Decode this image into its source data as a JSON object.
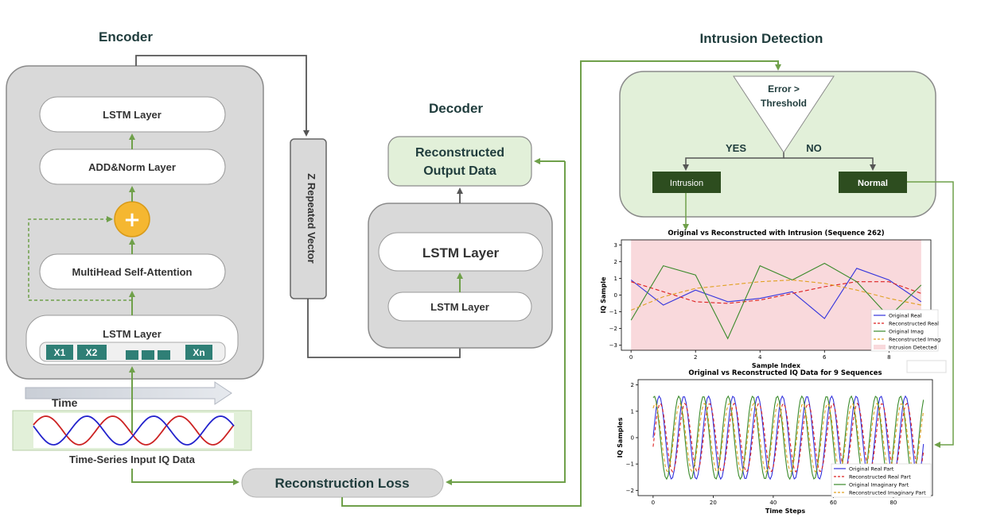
{
  "encoder": {
    "title": "Encoder",
    "lstm_top": "LSTM Layer",
    "add_norm": "ADD&Norm Layer",
    "plus": "+",
    "mhsa": "MultiHead Self-Attention",
    "lstm_bottom": "LSTM Layer",
    "tokens": [
      "X1",
      "X2",
      "Xn"
    ],
    "time_label": "Time",
    "input_caption": "Time-Series  Input IQ Data"
  },
  "repeat_vector": "Z Repeated Vector",
  "decoder": {
    "title": "Decoder",
    "output_line1": "Reconstructed",
    "output_line2": "Output Data",
    "lstm_large": "LSTM Layer",
    "lstm_small": "LSTM Layer"
  },
  "loss": "Reconstruction Loss",
  "detection": {
    "title": "Intrusion Detection",
    "decision_line1": "Error >",
    "decision_line2": "Threshold",
    "yes": "YES",
    "no": "NO",
    "intrusion": "Intrusion",
    "normal": "Normal"
  },
  "colors": {
    "green_arrow": "#6fa04a",
    "dark_arrow": "#555555",
    "panel_gray": "#d9d9d9",
    "panel_green": "#e2f0d9",
    "dark_green": "#2d4d1f",
    "teal": "#2f7f76",
    "plus_yellow": "#f5b731"
  },
  "chart_data": [
    {
      "type": "line",
      "title": "Original vs Reconstructed with Intrusion (Sequence 262)",
      "xlabel": "Sample Index",
      "ylabel": "IQ Sample",
      "xlim": [
        -0.3,
        9.3
      ],
      "ylim": [
        -3.3,
        3.3
      ],
      "xticks": [
        0,
        2,
        4,
        6,
        8
      ],
      "yticks": [
        -3,
        -2,
        -1,
        0,
        1,
        2,
        3
      ],
      "shaded_span": [
        0,
        9
      ],
      "legend_position": "lower-right",
      "x": [
        0,
        1,
        2,
        3,
        4,
        5,
        6,
        7,
        8,
        9
      ],
      "series": [
        {
          "name": "Original Real",
          "color": "#3333dd",
          "dash": "",
          "values": [
            0.9,
            -0.6,
            0.3,
            -0.4,
            -0.2,
            0.2,
            -1.4,
            1.6,
            0.9,
            -0.4
          ]
        },
        {
          "name": "Reconstructed Real",
          "color": "#dd2222",
          "dash": "5,3",
          "values": [
            0.8,
            0.2,
            -0.4,
            -0.5,
            -0.3,
            0.1,
            0.5,
            0.8,
            0.8,
            0.1
          ]
        },
        {
          "name": "Original Imag",
          "color": "#3a8a2a",
          "dash": "",
          "values": [
            -1.5,
            1.75,
            1.2,
            -2.6,
            1.75,
            0.9,
            1.9,
            0.8,
            -1.3,
            0.6
          ]
        },
        {
          "name": "Reconstructed Imag",
          "color": "#e0a020",
          "dash": "5,3",
          "values": [
            -0.9,
            -0.1,
            0.4,
            0.6,
            0.8,
            0.9,
            0.7,
            0.3,
            -0.2,
            -0.6
          ]
        }
      ],
      "extra_legend": "Intrusion Detected"
    },
    {
      "type": "line",
      "title": "Original vs Reconstructed IQ Data for 9 Sequences",
      "xlabel": "Time Steps",
      "ylabel": "IQ Samples",
      "xlim": [
        -5,
        93
      ],
      "ylim": [
        -2.2,
        2.2
      ],
      "xticks": [
        0,
        20,
        40,
        60,
        80
      ],
      "yticks": [
        -2,
        -1,
        0,
        1,
        2
      ],
      "legend_position": "lower-right",
      "period": 8.2,
      "amplitude_original": 1.5,
      "amplitude_reconstructed": 1.3,
      "n_points": 90,
      "series": [
        {
          "name": "Original Real Part",
          "color": "#3333dd",
          "dash": ""
        },
        {
          "name": "Reconstructed Real Part",
          "color": "#dd2222",
          "dash": "4,3"
        },
        {
          "name": "Original Imaginary Part",
          "color": "#3a8a2a",
          "dash": ""
        },
        {
          "name": "Reconstructed Imaginary Part",
          "color": "#e0a020",
          "dash": "4,3"
        }
      ]
    }
  ]
}
